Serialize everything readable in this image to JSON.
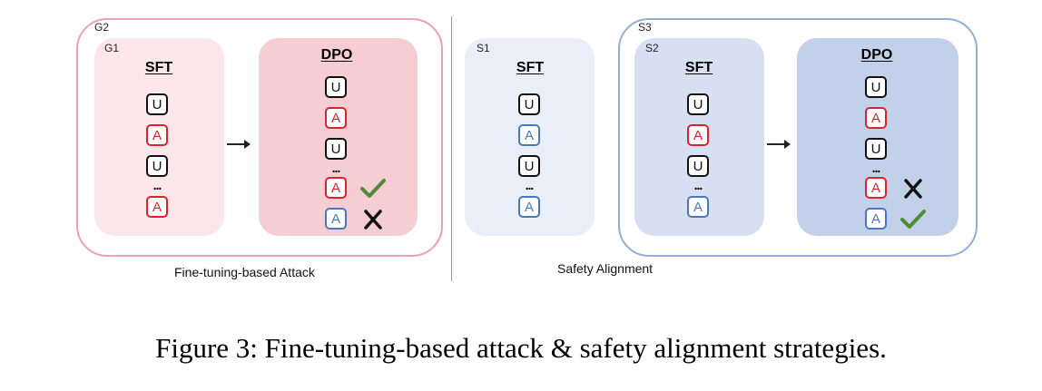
{
  "attack": {
    "outer_label": "G2",
    "sft_group_label": "G1",
    "sft_title": "SFT",
    "dpo_title": "DPO",
    "caption": "Fine-tuning-based Attack",
    "sft_tokens": [
      "U",
      "A",
      "U",
      "A"
    ],
    "dpo_tokens": [
      "U",
      "A",
      "U",
      "A",
      "A"
    ],
    "dots": "..."
  },
  "safety": {
    "outer_label": "S3",
    "s1_label": "S1",
    "s2_label": "S2",
    "sft_title_1": "SFT",
    "sft_title_2": "SFT",
    "dpo_title": "DPO",
    "caption": "Safety Alignment",
    "s1_tokens": [
      "U",
      "A",
      "U",
      "A"
    ],
    "s2_tokens": [
      "U",
      "A",
      "U",
      "A"
    ],
    "dpo_tokens": [
      "U",
      "A",
      "U",
      "A",
      "A"
    ],
    "dots": "..."
  },
  "figure_caption": "Figure 3: Fine-tuning-based attack & safety alignment strategies.",
  "colors": {
    "user_token": "#111111",
    "harmful_answer": "#e0202a",
    "safe_answer": "#4a78c0",
    "check": "#4e8a3a",
    "cross": "#111111",
    "attack_border": "#f0a0ac",
    "safety_border": "#94aed6"
  },
  "icons": {
    "chosen": "check-icon",
    "rejected": "cross-icon"
  }
}
